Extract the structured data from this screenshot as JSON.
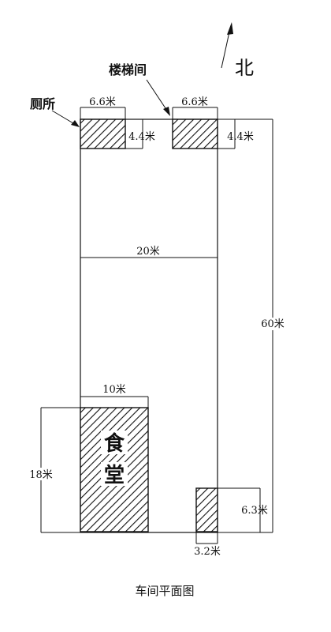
{
  "north_label": "北",
  "stair_label": "楼梯间",
  "toilet_label": "厕所",
  "toilet_width": "6.6米",
  "toilet_depth": "4.4米",
  "stair_width": "6.6米",
  "stair_depth": "4.4米",
  "workshop_width": "20米",
  "workshop_length": "60米",
  "canteen_width": "10米",
  "canteen_length": "18米",
  "canteen_name_1": "食",
  "canteen_name_2": "堂",
  "small_room_depth": "6.3米",
  "small_room_width": "3.2米",
  "caption": "车间平面图"
}
